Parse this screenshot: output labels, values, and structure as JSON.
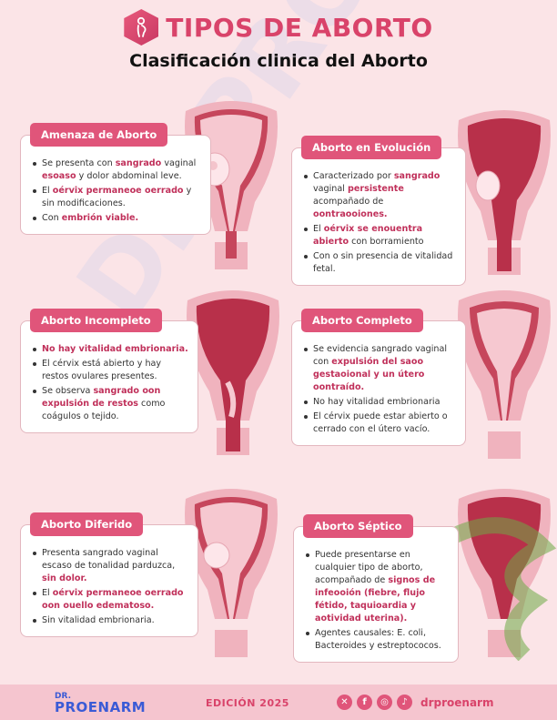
{
  "header": {
    "title": "TIPOS DE ABORTO",
    "subtitle": "Clasificación clinica del Aborto"
  },
  "watermark": "DR PROENARM",
  "cards": [
    {
      "title": "Amenaza de Aborto",
      "items": [
        [
          {
            "t": "Se presenta con "
          },
          {
            "t": "sangrado",
            "h": true
          },
          {
            "t": " vaginal "
          },
          {
            "t": "esoaso",
            "h": true
          },
          {
            "t": " y dolor abdominal leve."
          }
        ],
        [
          {
            "t": "El "
          },
          {
            "t": "oérvix permaneoe oerrado",
            "h": true
          },
          {
            "t": " y sin modificaciones."
          }
        ],
        [
          {
            "t": "Con "
          },
          {
            "t": "embrión viable.",
            "h": true
          }
        ]
      ]
    },
    {
      "title": "Aborto en Evolución",
      "items": [
        [
          {
            "t": "Caracterizado por "
          },
          {
            "t": "sangrado",
            "h": true
          },
          {
            "t": " vaginal "
          },
          {
            "t": "persistente",
            "h": true
          },
          {
            "t": " acompañado de "
          },
          {
            "t": "oontraooiones.",
            "h": true
          }
        ],
        [
          {
            "t": "El "
          },
          {
            "t": "oérvix se enouentra abierto",
            "h": true
          },
          {
            "t": " con borramiento"
          }
        ],
        [
          {
            "t": "Con o sin presencia de vitalidad fetal."
          }
        ]
      ]
    },
    {
      "title": "Aborto Incompleto",
      "items": [
        [
          {
            "t": "No hay vitalidad embrionaria.",
            "h": true
          }
        ],
        [
          {
            "t": "El cérvix está abierto y hay restos ovulares presentes."
          }
        ],
        [
          {
            "t": "Se observa "
          },
          {
            "t": "sangrado oon expulsión de restos",
            "h": true
          },
          {
            "t": " como coágulos o tejido."
          }
        ]
      ]
    },
    {
      "title": "Aborto Completo",
      "items": [
        [
          {
            "t": "Se evidencia sangrado vaginal con "
          },
          {
            "t": "expulsión del saoo gestaoional y un útero oontraído.",
            "h": true
          }
        ],
        [
          {
            "t": "No hay vitalidad embrionaria"
          }
        ],
        [
          {
            "t": "El cérvix puede estar abierto o cerrado con el útero vacío."
          }
        ]
      ]
    },
    {
      "title": "Aborto Diferido",
      "items": [
        [
          {
            "t": "Presenta sangrado vaginal escaso de tonalidad parduzca, "
          },
          {
            "t": "sin dolor.",
            "h": true
          }
        ],
        [
          {
            "t": "El "
          },
          {
            "t": "oérvix permaneoe oerrado oon ouello edematoso.",
            "h": true
          }
        ],
        [
          {
            "t": "Sin vitalidad embrionaria."
          }
        ]
      ]
    },
    {
      "title": "Aborto Séptico",
      "items": [
        [
          {
            "t": "Puede presentarse en cualquier tipo de aborto, acompañado de "
          },
          {
            "t": "signos de infeooión (fiebre, flujo fétido, taquioardia y aotividad uterina).",
            "h": true
          }
        ],
        [
          {
            "t": "Agentes causales: E. coli, Bacteroides y estreptococos."
          }
        ]
      ]
    }
  ],
  "footer": {
    "brand_top": "DR.",
    "brand_main": "PROENARM",
    "edition": "EDICIÓN 2025",
    "handle": "drproenarm",
    "socials": [
      "x-icon",
      "facebook-icon",
      "instagram-icon",
      "tiktok-icon"
    ]
  },
  "colors": {
    "accent": "#e0557a",
    "highlight": "#c0305a",
    "background": "#fbe4e7",
    "brand": "#3b5bd6"
  }
}
